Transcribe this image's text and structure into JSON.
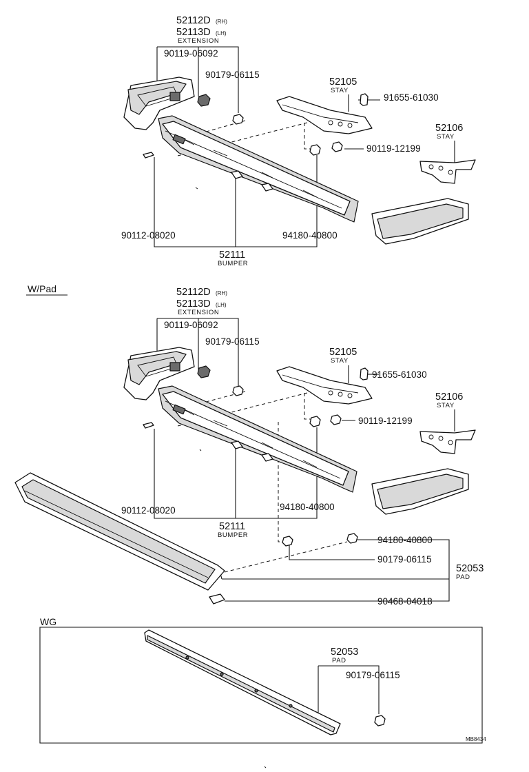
{
  "top": {
    "ext_rh": "52112D",
    "ext_rh_sub": "(RH)",
    "ext_lh": "52113D",
    "ext_lh_sub": "(LH)",
    "ext_desc": "EXTENSION",
    "p1": "90119-06092",
    "p2": "90179-06115",
    "stay1": "52105",
    "stay1_desc": "STAY",
    "p3": "91655-61030",
    "stay2": "52106",
    "stay2_desc": "STAY",
    "p4": "90119-12199",
    "p5": "90112-08020",
    "p6": "94180-40800",
    "bumper": "52111",
    "bumper_desc": "BUMPER"
  },
  "mid": {
    "section": "W/Pad",
    "ext_rh": "52112D",
    "ext_rh_sub": "(RH)",
    "ext_lh": "52113D",
    "ext_lh_sub": "(LH)",
    "ext_desc": "EXTENSION",
    "p1": "90119-06092",
    "p2": "90179-06115",
    "stay1": "52105",
    "stay1_desc": "STAY",
    "p3": "91655-61030",
    "stay2": "52106",
    "stay2_desc": "STAY",
    "p4": "90119-12199",
    "p5": "90112-08020",
    "p6": "94180-40800",
    "bumper": "52111",
    "bumper_desc": "BUMPER",
    "p7": "94180-40800",
    "p8": "90179-06115",
    "pad": "52053",
    "pad_desc": "PAD",
    "p9": "90468-04018"
  },
  "wg": {
    "section": "WG",
    "pad": "52053",
    "pad_desc": "PAD",
    "p1": "90179-06115",
    "code": "MB8434"
  }
}
